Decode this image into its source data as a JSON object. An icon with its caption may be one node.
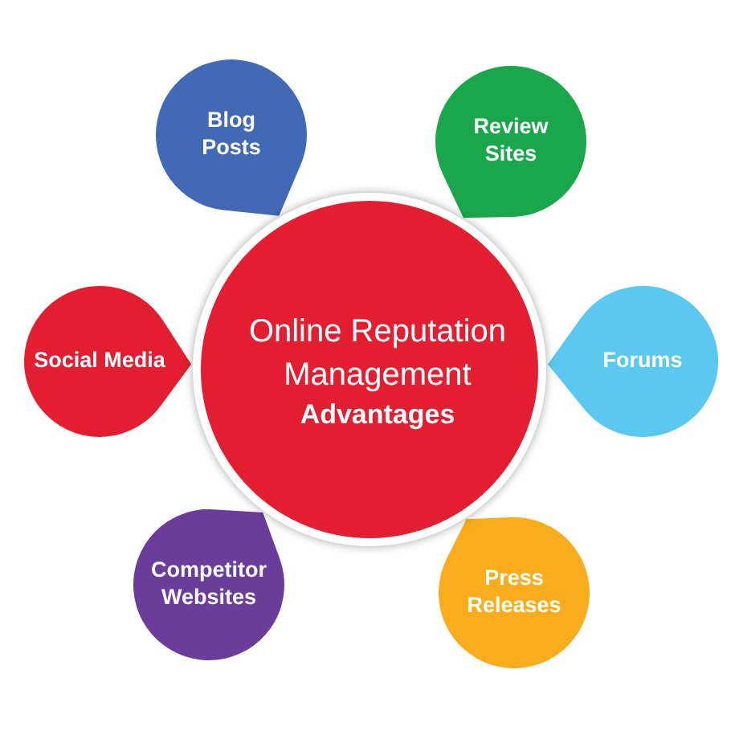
{
  "diagram": {
    "nodes": [
      {
        "text": [
          "Online Reputation Management",
          "Advantages"
        ]
      },
      {
        "text": [
          "Blog Posts"
        ]
      },
      {
        "text": [
          "Review Sites"
        ]
      },
      {
        "text": [
          "Social Media"
        ]
      },
      {
        "text": [
          "Forums"
        ]
      },
      {
        "text": [
          "Competitor Websites"
        ]
      },
      {
        "text": [
          "Press Releases"
        ]
      }
    ],
    "edges": []
  }
}
